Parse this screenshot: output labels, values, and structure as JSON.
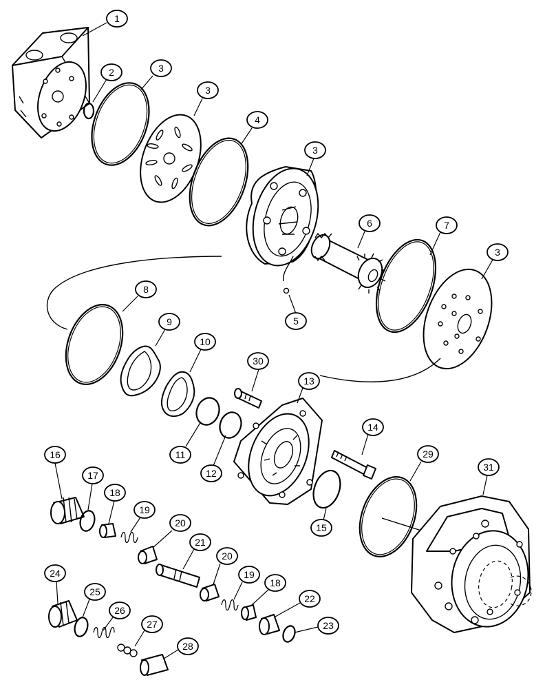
{
  "diagram": {
    "callouts": [
      "1",
      "2",
      "3",
      "3",
      "4",
      "3",
      "5",
      "6",
      "7",
      "3",
      "8",
      "9",
      "10",
      "11",
      "12",
      "13",
      "14",
      "15",
      "16",
      "17",
      "18",
      "19",
      "20",
      "21",
      "20",
      "19",
      "18",
      "22",
      "23",
      "24",
      "25",
      "26",
      "27",
      "28",
      "29",
      "30",
      "31"
    ]
  }
}
